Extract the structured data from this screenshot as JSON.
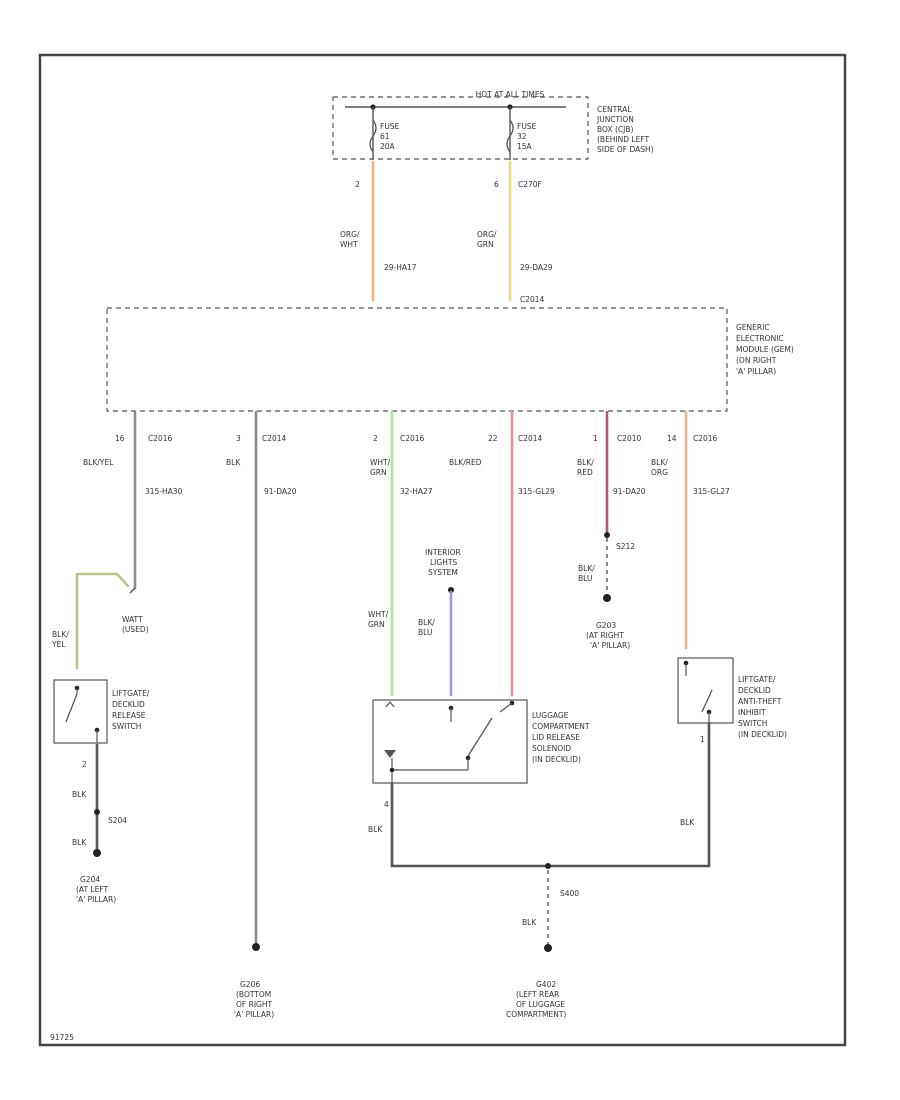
{
  "colors": {
    "orange": "#f5b07a",
    "yellow": "#e8dc7a",
    "green": "#a8e6a0",
    "red": "#e89090",
    "purple": "#9a9ae6",
    "olive": "#b8c48a",
    "darkred": "#b35a6a",
    "peach": "#f0b090"
  },
  "power": {
    "hot_label": "HOT AT ALL TIMES",
    "cjb_label": [
      "CENTRAL",
      "JUNCTION",
      "BOX (CJB)",
      "(BEHIND LEFT",
      "SIDE OF DASH)"
    ],
    "fuse1": [
      "FUSE",
      "61",
      "20A"
    ],
    "fuse2": [
      "FUSE",
      "32",
      "15A"
    ],
    "pin1": "2",
    "pin2_a": "6",
    "pin2_b": "C270F",
    "wire1_color": [
      "ORG/",
      "WHT"
    ],
    "wire1_circuit": "29-HA17",
    "wire2_color": [
      "ORG/",
      "GRN"
    ],
    "wire2_circuit": "29-DA29"
  },
  "gem": {
    "label": [
      "GENERIC",
      "ELECTRONIC",
      "MODULE (GEM)",
      "(ON RIGHT",
      "'A' PILLAR)"
    ],
    "top_connector": "C2014"
  },
  "outputs": [
    {
      "pin": "16",
      "connector": "C2016",
      "color": "BLK/YEL",
      "circuit": "315-HA30"
    },
    {
      "pin": "3",
      "connector": "C2014",
      "color": "BLK",
      "circuit": "91-DA20"
    },
    {
      "pin": "2",
      "connector": "C2016",
      "color": [
        "WHT/",
        "GRN"
      ],
      "circuit": "32-HA27"
    },
    {
      "pin": "22",
      "connector": "C2014",
      "color": "BLK/RED",
      "circuit": "315-GL29"
    },
    {
      "pin": "1",
      "connector": "C2010",
      "color": [
        "BLK/",
        "RED"
      ],
      "circuit": "91-DA20"
    },
    {
      "pin": "14",
      "connector": "C2016",
      "color": [
        "BLK/",
        "ORG"
      ],
      "circuit": "315-GL27"
    }
  ],
  "splice_s212": {
    "label": "S212",
    "wire": [
      "BLK/",
      "BLU"
    ]
  },
  "ground_g203": [
    "G203",
    "(AT RIGHT",
    "'A' PILLAR)"
  ],
  "watt_label": [
    "WATT",
    "(USED)"
  ],
  "lift_release": {
    "wire": [
      "BLK/",
      "YEL"
    ],
    "label": [
      "LIFTGATE/",
      "DECKLID",
      "RELEASE",
      "SWITCH"
    ],
    "pin": "2",
    "wire_down": "BLK",
    "splice": "S204",
    "wire_bot": "BLK"
  },
  "ground_g204": [
    "G204",
    "(AT LEFT",
    "'A' PILLAR)"
  ],
  "ground_g206": [
    "G206",
    "(BOTTOM",
    "OF RIGHT",
    "'A' PILLAR)"
  ],
  "interior_lights": [
    "INTERIOR",
    "LIGHTS",
    "SYSTEM"
  ],
  "luggage": {
    "wire_left": [
      "WHT/",
      "GRN"
    ],
    "wire_mid": [
      "BLK/",
      "BLU"
    ],
    "label": [
      "LUGGAGE",
      "COMPARTMENT",
      "LID RELEASE",
      "SOLENOID",
      "(IN DECKLID)"
    ],
    "pin": "4",
    "wire_bot": "BLK"
  },
  "anti_theft": {
    "label": [
      "LIFTGATE/",
      "DECKLID",
      "ANTI-THEFT",
      "INHIBIT",
      "SWITCH",
      "(IN DECKLID)"
    ],
    "pin": "1",
    "wire_bot": "BLK"
  },
  "splice_s400": "S400",
  "wire_s400": "BLK",
  "ground_g402": [
    "G402",
    "(LEFT REAR",
    "OF LUGGAGE",
    "COMPARTMENT)"
  ],
  "diagram_id": "91725"
}
